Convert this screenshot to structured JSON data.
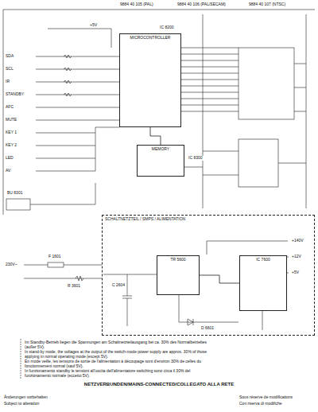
{
  "diagram": {
    "nodes": [
      {
        "text": [
          "MICROCONTROLLER"
        ]
      },
      {
        "text": [
          "MEMORY"
        ]
      },
      {
        "text": [
          "SCHALTNETZTEIL / SMPS / ALIMENTATION"
        ]
      },
      {
        "text": [
          "IC 7600"
        ],
        "in": 2
      },
      {
        "text": [
          "TR 5600"
        ],
        "in": 2
      },
      {
        "text": [
          "NETZVERBUNDEN/MAINS-CONNECTED/COLLEGATO ALLA RETE"
        ]
      }
    ],
    "edges": [
      {
        "from": 0,
        "to": 1,
        "arrow": "none"
      },
      {
        "from": 4,
        "to": 3,
        "arrow": "none"
      }
    ],
    "labels": [
      "9884 40 105 (PAL)",
      "9884 40 106 (PAL/SECAM)",
      "9884 40 107 (NTSC)",
      "+5V",
      "IC 8200",
      "SDA",
      "SCL",
      "IR",
      "STANDBY",
      "AFC",
      "MUTE",
      "KEY 1",
      "KEY 2",
      "LED",
      "AV",
      "IC 8300",
      "BU 8301",
      "230V~",
      "F 1601",
      "R 3601",
      "C 2604",
      "D 6601",
      "+140V",
      "+12V",
      "+5V",
      "Im Standby-Betrieb liegen die Spannungen am Schaltnetzteilausgang bei ca. 30% des Normalbetriebes (außer 5V).",
      "In stand-by mode, the voltages at the output of the switch-mode power supply are approx. 30% of those applying in normal operating mode (except 5V).",
      "En mode veille, les tensions de sortie de l'alimentation à découpage sont d'environ 30% de celles du fonctionnement normal (sauf 5V).",
      "In funzionamento standby le tensioni all'uscita dell'alimentatore switching sono circa il 30% del funzionamento normale (eccetto 5V).",
      "Änderungen vorbehalten",
      "Subject to alteration",
      "Sous réserve de modifications",
      "Con riserva di modifiche"
    ]
  }
}
